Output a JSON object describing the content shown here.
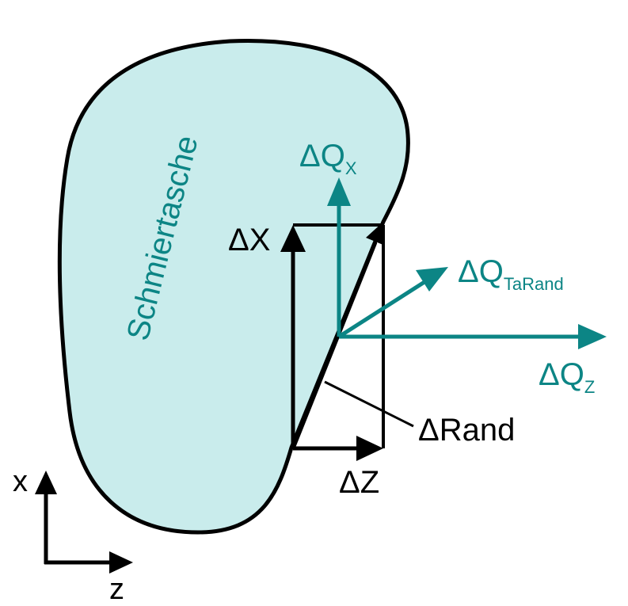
{
  "colors": {
    "pocket_fill": "#c9ecec",
    "outline": "#000000",
    "accent": "#0c8585"
  },
  "labels": {
    "pocket": "Schmiertasche",
    "dq_x_main": "ΔQ",
    "dq_x_sub": "X",
    "dq_tarand_main": "ΔQ",
    "dq_tarand_sub": "TaRand",
    "dq_z_main": "ΔQ",
    "dq_z_sub": "Z",
    "delta_x": "ΔX",
    "delta_z": "ΔZ",
    "delta_rand": "ΔRand",
    "axis_x": "x",
    "axis_z": "z"
  }
}
